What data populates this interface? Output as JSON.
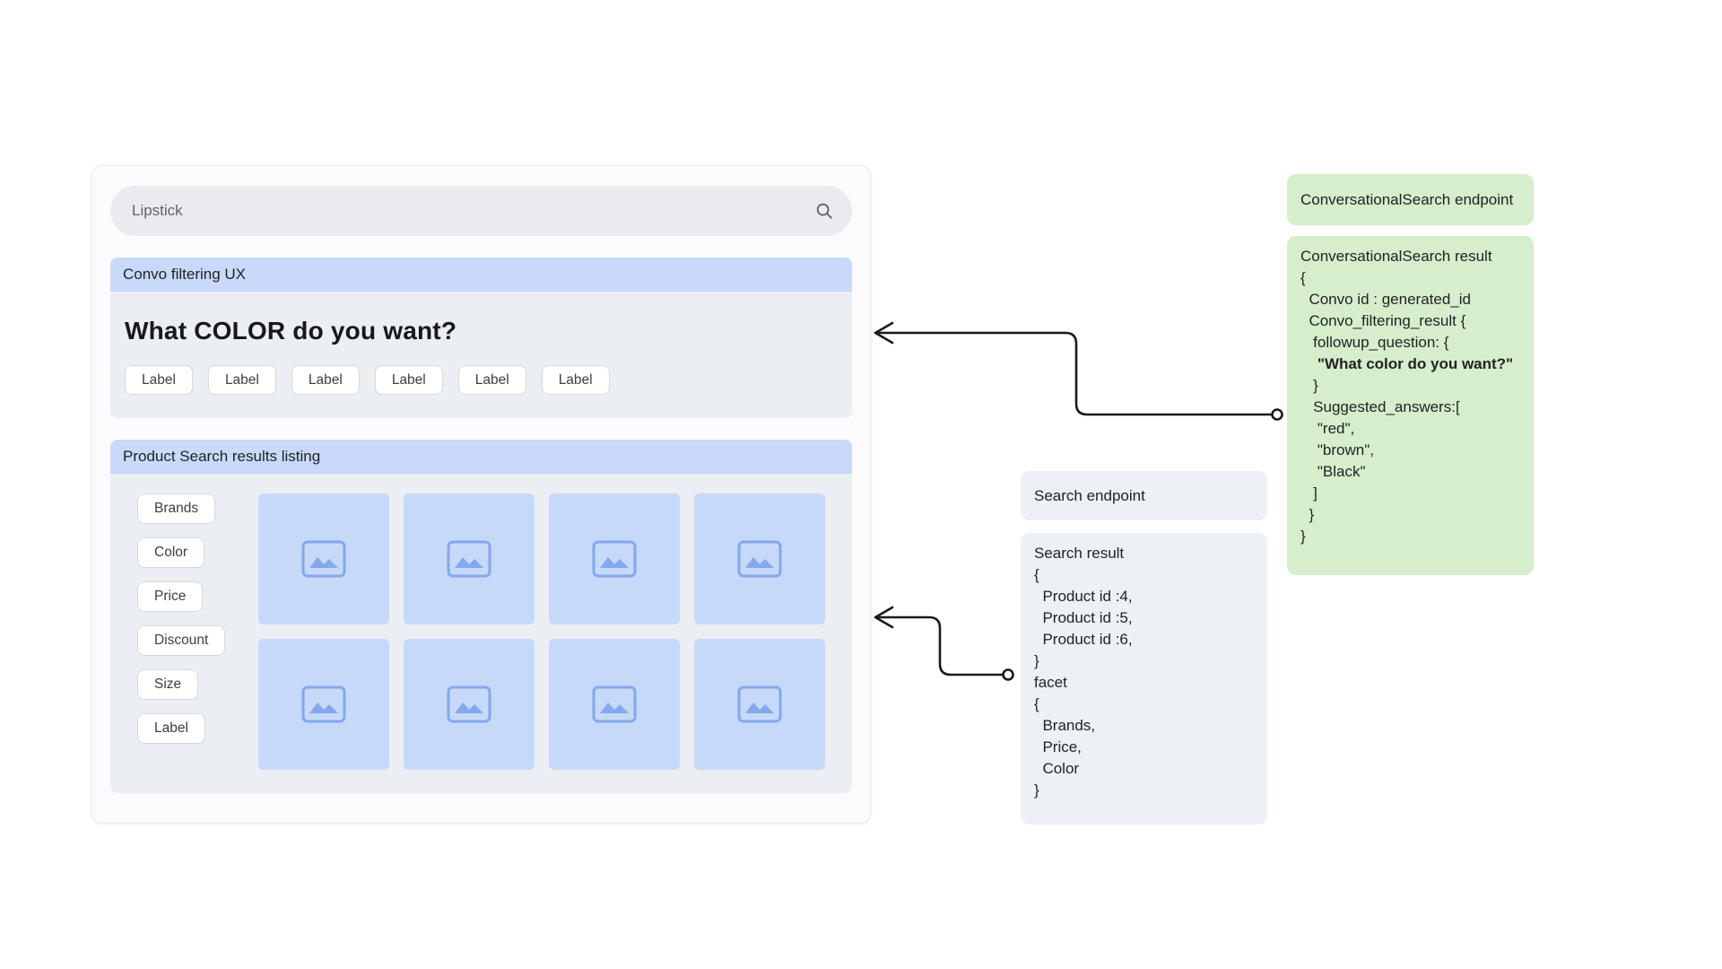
{
  "mockup": {
    "search": {
      "value": "Lipstick"
    },
    "convo": {
      "header": "Convo filtering UX",
      "question": "What COLOR do you want?",
      "chips": [
        "Label",
        "Label",
        "Label",
        "Label",
        "Label",
        "Label"
      ]
    },
    "results": {
      "header": "Product Search results listing",
      "filters": [
        "Brands",
        "Color",
        "Price",
        "Discount",
        "Size",
        "Label"
      ]
    }
  },
  "annotations": {
    "convo_endpoint_title": "ConversationalSearch endpoint",
    "convo_result_lines": [
      {
        "t": "ConversationalSearch result"
      },
      {
        "t": "{"
      },
      {
        "t": "  Convo id : generated_id"
      },
      {
        "t": "  Convo_filtering_result {"
      },
      {
        "t": "   followup_question: {"
      },
      {
        "t": "    \"What color do you want?\"",
        "b": true
      },
      {
        "t": "   }"
      },
      {
        "t": "   Suggested_answers:["
      },
      {
        "t": "    \"red\","
      },
      {
        "t": "    \"brown\","
      },
      {
        "t": "    \"Black\""
      },
      {
        "t": "   ]"
      },
      {
        "t": "  }"
      },
      {
        "t": "}"
      }
    ],
    "search_endpoint_title": "Search endpoint",
    "search_result_lines": [
      {
        "t": "Search result"
      },
      {
        "t": "{"
      },
      {
        "t": "  Product id :4,"
      },
      {
        "t": "  Product id :5,"
      },
      {
        "t": "  Product id :6,"
      },
      {
        "t": "}"
      },
      {
        "t": "facet"
      },
      {
        "t": "{"
      },
      {
        "t": "  Brands,"
      },
      {
        "t": "  Price,"
      },
      {
        "t": "  Color"
      },
      {
        "t": "}"
      }
    ]
  },
  "colors": {
    "header_blue": "#c8d9f9",
    "section_gray": "#ebeef3",
    "tile_blue": "#c6d9f8",
    "tile_icon_blue": "#84a8ee",
    "annotation_green": "#d6eecb",
    "annotation_gray": "#edf0f4",
    "arrow_black": "#1a1a1a"
  }
}
